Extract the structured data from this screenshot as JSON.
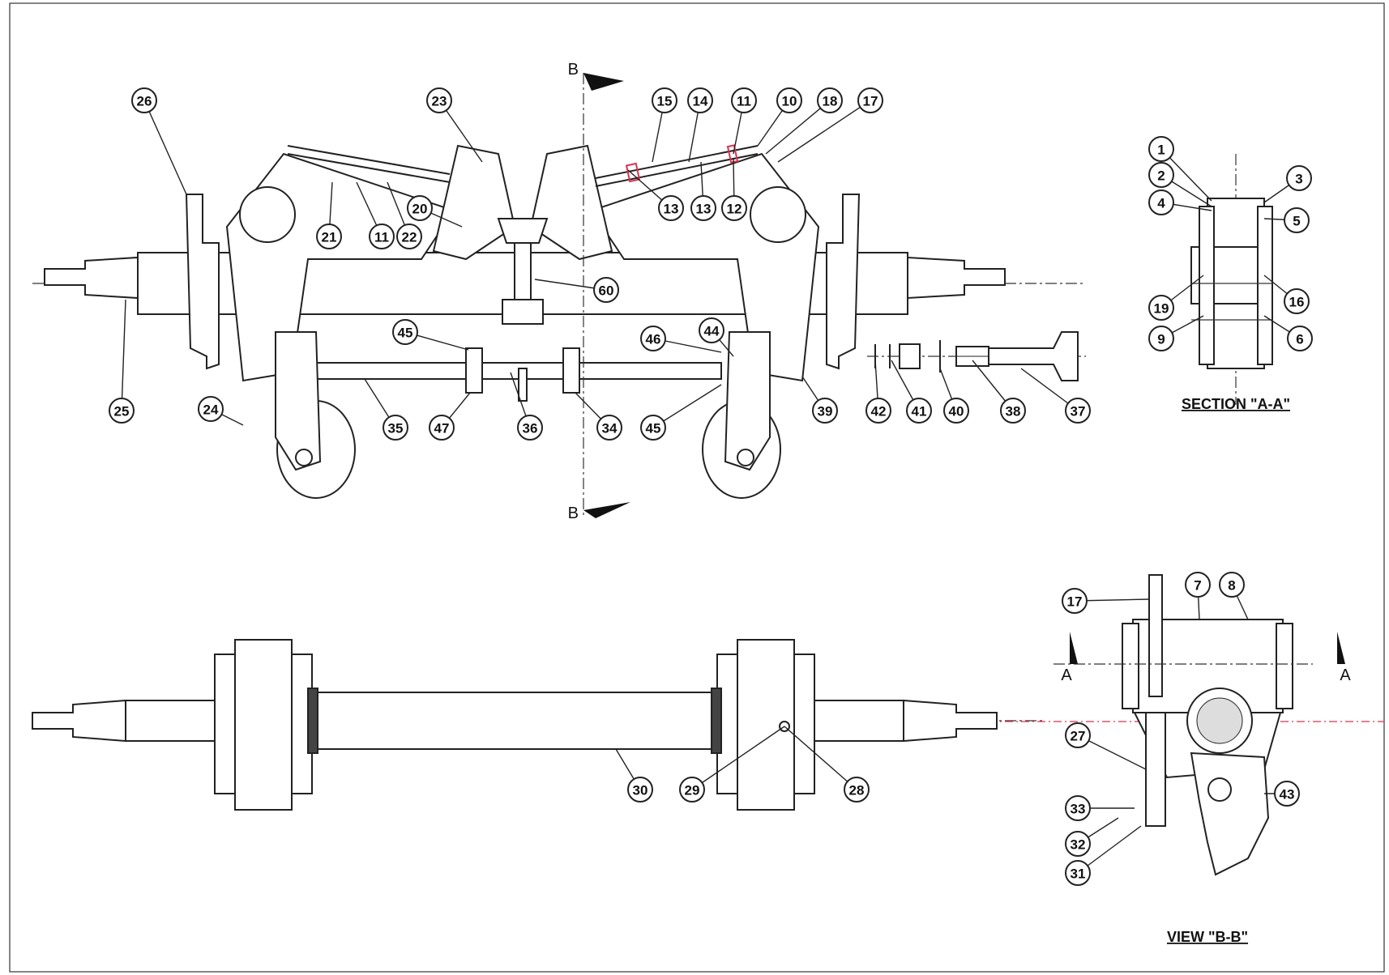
{
  "views": {
    "section_a": {
      "caption": "SECTION \"A-A\"",
      "marker": "A"
    },
    "view_b": {
      "caption": "VIEW \"B-B\"",
      "marker": "B"
    }
  },
  "colors": {
    "line": "#222222",
    "centerline": "#e03050",
    "paper": "#ffffff"
  },
  "callouts": [
    {
      "id": "26"
    },
    {
      "id": "23"
    },
    {
      "id": "15"
    },
    {
      "id": "14"
    },
    {
      "id": "11"
    },
    {
      "id": "10"
    },
    {
      "id": "18"
    },
    {
      "id": "17"
    },
    {
      "id": "20"
    },
    {
      "id": "21"
    },
    {
      "id": "11"
    },
    {
      "id": "22"
    },
    {
      "id": "13"
    },
    {
      "id": "13"
    },
    {
      "id": "12"
    },
    {
      "id": "60"
    },
    {
      "id": "45"
    },
    {
      "id": "46"
    },
    {
      "id": "44"
    },
    {
      "id": "25"
    },
    {
      "id": "24"
    },
    {
      "id": "35"
    },
    {
      "id": "47"
    },
    {
      "id": "36"
    },
    {
      "id": "34"
    },
    {
      "id": "45"
    },
    {
      "id": "39"
    },
    {
      "id": "42"
    },
    {
      "id": "41"
    },
    {
      "id": "40"
    },
    {
      "id": "38"
    },
    {
      "id": "37"
    },
    {
      "id": "1"
    },
    {
      "id": "2"
    },
    {
      "id": "3"
    },
    {
      "id": "4"
    },
    {
      "id": "5"
    },
    {
      "id": "19"
    },
    {
      "id": "16"
    },
    {
      "id": "9"
    },
    {
      "id": "6"
    },
    {
      "id": "30"
    },
    {
      "id": "29"
    },
    {
      "id": "28"
    },
    {
      "id": "17"
    },
    {
      "id": "7"
    },
    {
      "id": "8"
    },
    {
      "id": "27"
    },
    {
      "id": "33"
    },
    {
      "id": "43"
    },
    {
      "id": "32"
    },
    {
      "id": "31"
    }
  ]
}
